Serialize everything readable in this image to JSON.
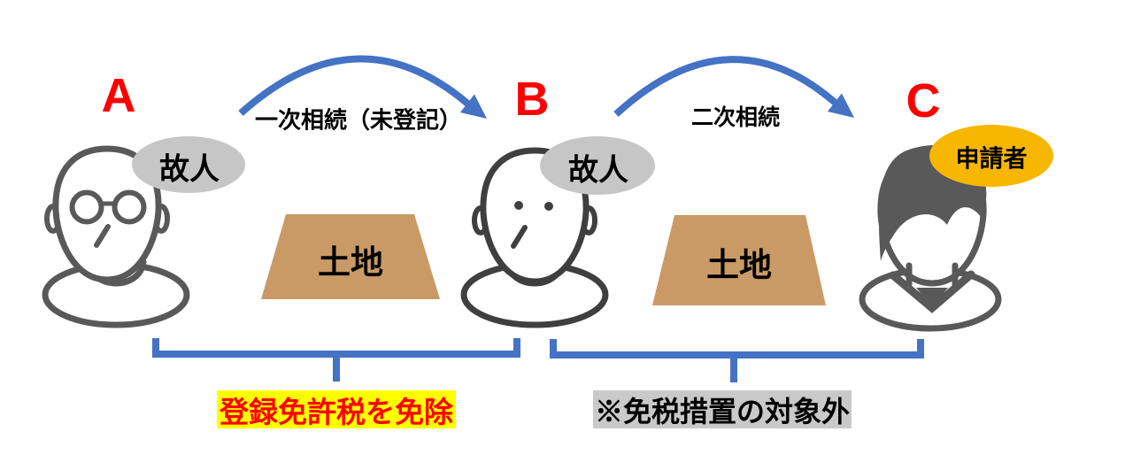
{
  "colors": {
    "arrow_blue": "#4472C4",
    "bracket_blue": "#4472C4",
    "letter_red": "#FF0000",
    "land_tan": "#CA9A66",
    "balloon_gray": "#C6C6C6",
    "balloon_yellow": "#F7B600",
    "person_a_outline": "#595959",
    "person_b_outline": "#3F3F3F",
    "person_c_outline": "#595959",
    "highlight_yellow": "#FFFF00",
    "highlight_gray": "#C9C9C9",
    "white": "#FFFFFF"
  },
  "persons": [
    {
      "letter": "A",
      "balloon_label": "故人"
    },
    {
      "letter": "B",
      "balloon_label": "故人"
    },
    {
      "letter": "C",
      "balloon_label": "申請者"
    }
  ],
  "transfers": [
    {
      "label": "一次相続（未登記）"
    },
    {
      "label": "二次相続"
    }
  ],
  "lands": [
    {
      "label": "土地"
    },
    {
      "label": "土地"
    }
  ],
  "footnotes": [
    {
      "label": "登録免許税を免除"
    },
    {
      "label": "※免税措置の対象外"
    }
  ]
}
